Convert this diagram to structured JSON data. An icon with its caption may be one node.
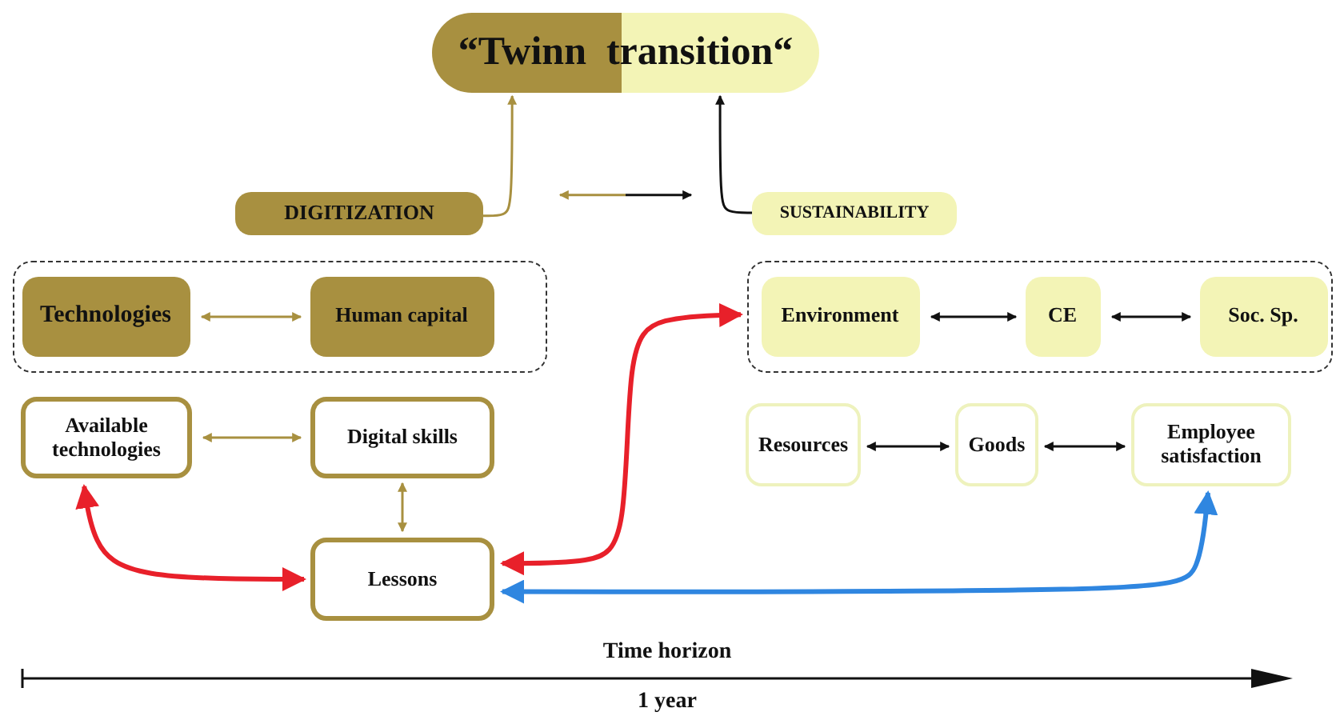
{
  "diagram": {
    "nodes": [
      {
        "text": [
          "“Twinn  transition“"
        ]
      },
      {
        "text": [
          "DIGITIZATION"
        ]
      },
      {
        "text": [
          "SUSTAINABILITY"
        ]
      },
      {
        "text": [],
        "shape": "box"
      },
      {
        "text": [
          "Technologies"
        ],
        "in": 3
      },
      {
        "text": [
          "Human capital"
        ],
        "in": 3
      },
      {
        "text": [],
        "shape": "box"
      },
      {
        "text": [
          "Environment"
        ],
        "in": 6
      },
      {
        "text": [
          "CE"
        ],
        "in": 6
      },
      {
        "text": [
          "Soc. Sp."
        ],
        "in": 6
      },
      {
        "text": [
          "Available technologies"
        ]
      },
      {
        "text": [
          "Digital skills"
        ]
      },
      {
        "text": [
          "Lessons"
        ]
      },
      {
        "text": [
          "Resources"
        ]
      },
      {
        "text": [
          "Goods"
        ]
      },
      {
        "text": [
          "Employee satisfaction"
        ]
      }
    ],
    "edges": [
      {
        "from": 1,
        "to": 0,
        "arrow": "to",
        "color": "#a89040"
      },
      {
        "from": 2,
        "to": 0,
        "arrow": "to"
      },
      {
        "from": 1,
        "to": 2,
        "arrow": "both",
        "color": "#a89040"
      },
      {
        "from": 4,
        "to": 5,
        "arrow": "both",
        "color": "#a89040"
      },
      {
        "from": 7,
        "to": 8,
        "arrow": "both"
      },
      {
        "from": 8,
        "to": 9,
        "arrow": "both"
      },
      {
        "from": 10,
        "to": 11,
        "arrow": "both",
        "color": "#a89040"
      },
      {
        "from": 13,
        "to": 14,
        "arrow": "both"
      },
      {
        "from": 14,
        "to": 15,
        "arrow": "both"
      },
      {
        "from": 11,
        "to": 12,
        "arrow": "both",
        "color": "#a89040"
      },
      {
        "from": 10,
        "to": 12,
        "arrow": "both",
        "style": "thick",
        "color": "#e8202a"
      },
      {
        "from": 12,
        "to": 6,
        "arrow": "both",
        "style": "thick",
        "color": "#e8202a"
      },
      {
        "from": 12,
        "to": 15,
        "arrow": "both",
        "style": "thick",
        "color": "#2f86e0"
      }
    ],
    "labels": [
      "Time horizon",
      "1 year"
    ]
  }
}
